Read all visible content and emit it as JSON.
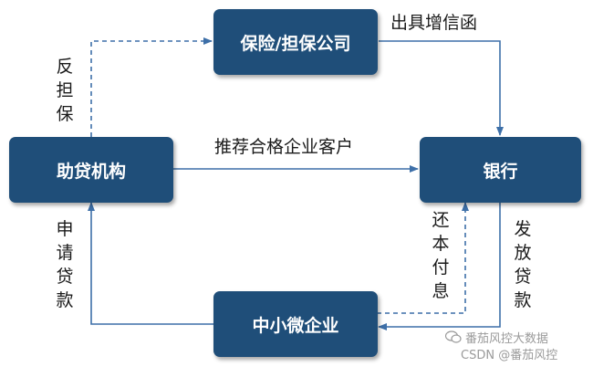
{
  "nodes": {
    "insurer": "保险/担保公司",
    "lender_agency": "助贷机构",
    "bank": "银行",
    "sme": "中小微企业"
  },
  "edges": {
    "counter_guarantee": "反担保",
    "credit_letter": "出具增信函",
    "recommend_clients": "推荐合格企业客户",
    "apply_loan": "申请贷款",
    "repay": "还本付息",
    "disburse_loan": "发放贷款"
  },
  "watermark": {
    "wechat": "番茄风控大数据",
    "csdn": "CSDN @番茄风控"
  },
  "colors": {
    "node_fill": "#1f4e79",
    "arrow": "#3d6fa8",
    "text": "#1a1a1a",
    "watermark": "#9a9a9a"
  }
}
